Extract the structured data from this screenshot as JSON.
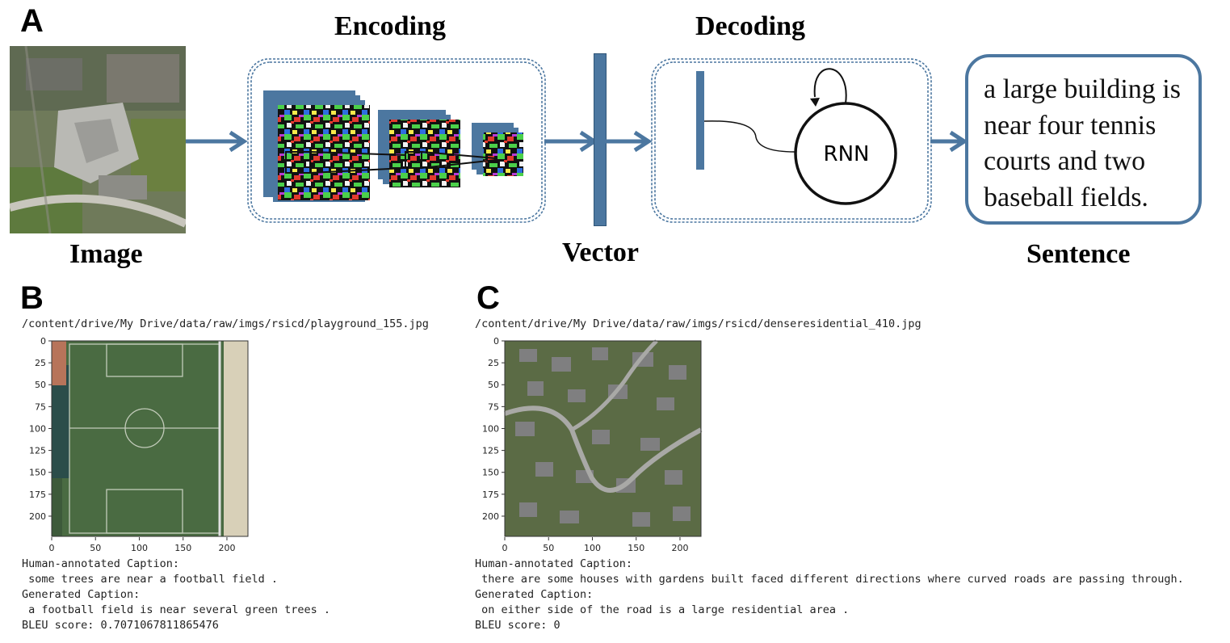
{
  "panel_a": {
    "letter": "A",
    "encoding_label": "Encoding",
    "decoding_label": "Decoding",
    "image_label": "Image",
    "vector_label": "Vector",
    "sentence_label": "Sentence",
    "rnn_label": "RNN",
    "sentence_lines": [
      "a large building is",
      "near four tennis",
      "courts and two",
      "baseball fields."
    ],
    "colors": {
      "accent": "#4c77a0",
      "box_border": "#4c77a0"
    }
  },
  "panel_b": {
    "letter": "B",
    "path": "/content/drive/My Drive/data/raw/imgs/rsicd/playground_155.jpg",
    "y_ticks": [
      "0",
      "25",
      "50",
      "75",
      "100",
      "125",
      "150",
      "175",
      "200"
    ],
    "x_ticks": [
      "0",
      "50",
      "100",
      "150",
      "200"
    ],
    "human_label": "Human-annotated Caption:",
    "human_caption": " some trees are near a football field .",
    "generated_label": "Generated Caption:",
    "generated_caption": " a football field is near several green trees .",
    "bleu": "BLEU score: 0.7071067811865476"
  },
  "panel_c": {
    "letter": "C",
    "path": "/content/drive/My Drive/data/raw/imgs/rsicd/denseresidential_410.jpg",
    "y_ticks": [
      "0",
      "25",
      "50",
      "75",
      "100",
      "125",
      "150",
      "175",
      "200"
    ],
    "x_ticks": [
      "0",
      "50",
      "100",
      "150",
      "200"
    ],
    "human_label": "Human-annotated Caption:",
    "human_caption": " there are some houses with gardens built faced different directions where curved roads are passing through.",
    "generated_label": "Generated Caption:",
    "generated_caption": " on either side of the road is a large residential area .",
    "bleu": "BLEU score: 0"
  }
}
